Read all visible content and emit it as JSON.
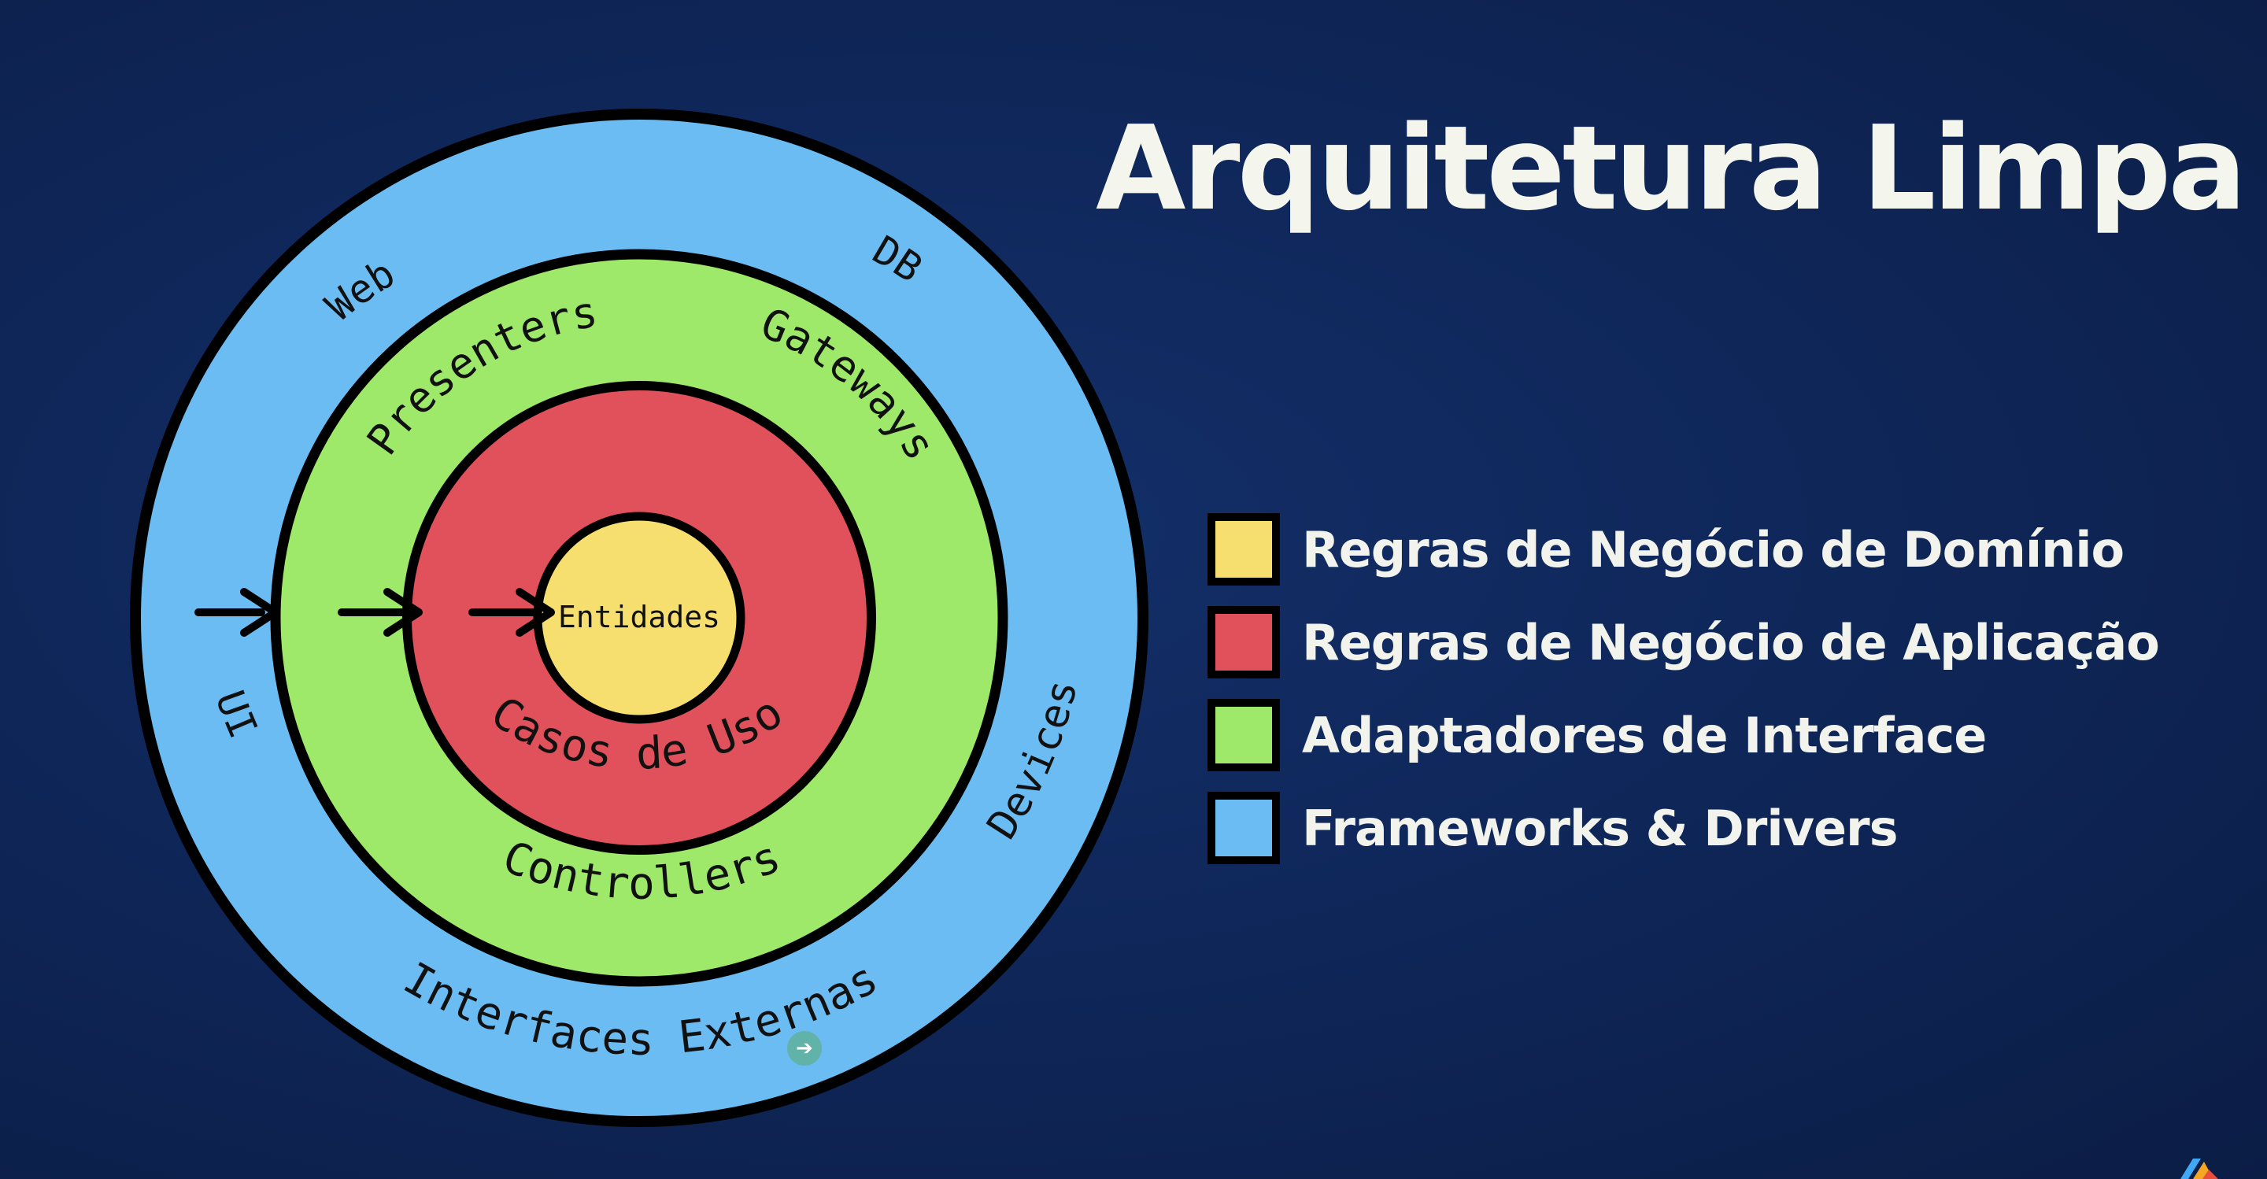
{
  "title": "Arquitetura Limpa",
  "rings": {
    "outer": {
      "color": "#6bbcf2",
      "labels": {
        "web": "Web",
        "db": "DB",
        "ui": "UI",
        "devices": "Devices",
        "external": "Interfaces Externas"
      }
    },
    "adapters": {
      "color": "#9ee86a",
      "labels": {
        "presenters": "Presenters",
        "gateways": "Gateways",
        "controllers": "Controllers"
      }
    },
    "use_cases": {
      "color": "#e0515b",
      "labels": {
        "casos": "Casos de Uso"
      }
    },
    "entities": {
      "color": "#f6df6e",
      "labels": {
        "entidades": "Entidades"
      }
    }
  },
  "legend": [
    {
      "label": "Regras de Negócio de Domínio",
      "color": "#f6df6e"
    },
    {
      "label": "Regras de Negócio de Aplicação",
      "color": "#e0515b"
    },
    {
      "label": "Adaptadores de Interface",
      "color": "#9ee86a"
    },
    {
      "label": "Frameworks & Drivers",
      "color": "#6bbcf2"
    }
  ],
  "cursor_icon": "arrow-right-icon",
  "cursor_glyph": "➔",
  "brand_icon": "channel-logo-icon"
}
